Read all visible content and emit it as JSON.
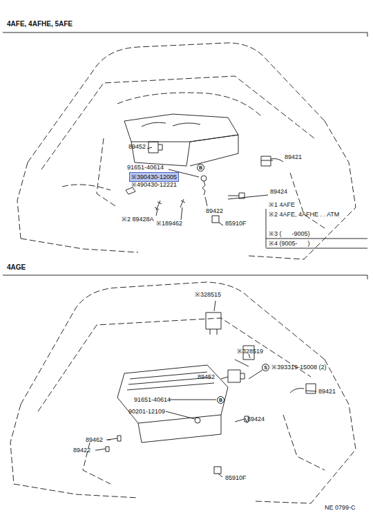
{
  "diagram": {
    "nodes": [
      {
        "text": [
          "B"
        ]
      },
      {
        "text": [
          "※390430-12005"
        ]
      },
      {
        "text": [
          "S"
        ]
      },
      {
        "text": [
          "B"
        ]
      }
    ],
    "labels": [
      "4AFE, 4AFHE, 5AFE",
      "89452",
      "89421",
      "91651-40614",
      "※490430-12221",
      "89424",
      "89422",
      "※2 89428A",
      "※189462",
      "85910F",
      "※1 4AFE",
      "※2 4AFE, 4AFHE . . ATM",
      "※3 (      -9005)",
      "※4 (9005-      )",
      "4AGE",
      "※328515",
      "※328519",
      "※393319-15008 (2)",
      "89452",
      "89421",
      "91651-40614",
      "90201-12109",
      "89424",
      "89462",
      "89422",
      "85910F",
      "NE 0799-C"
    ]
  }
}
